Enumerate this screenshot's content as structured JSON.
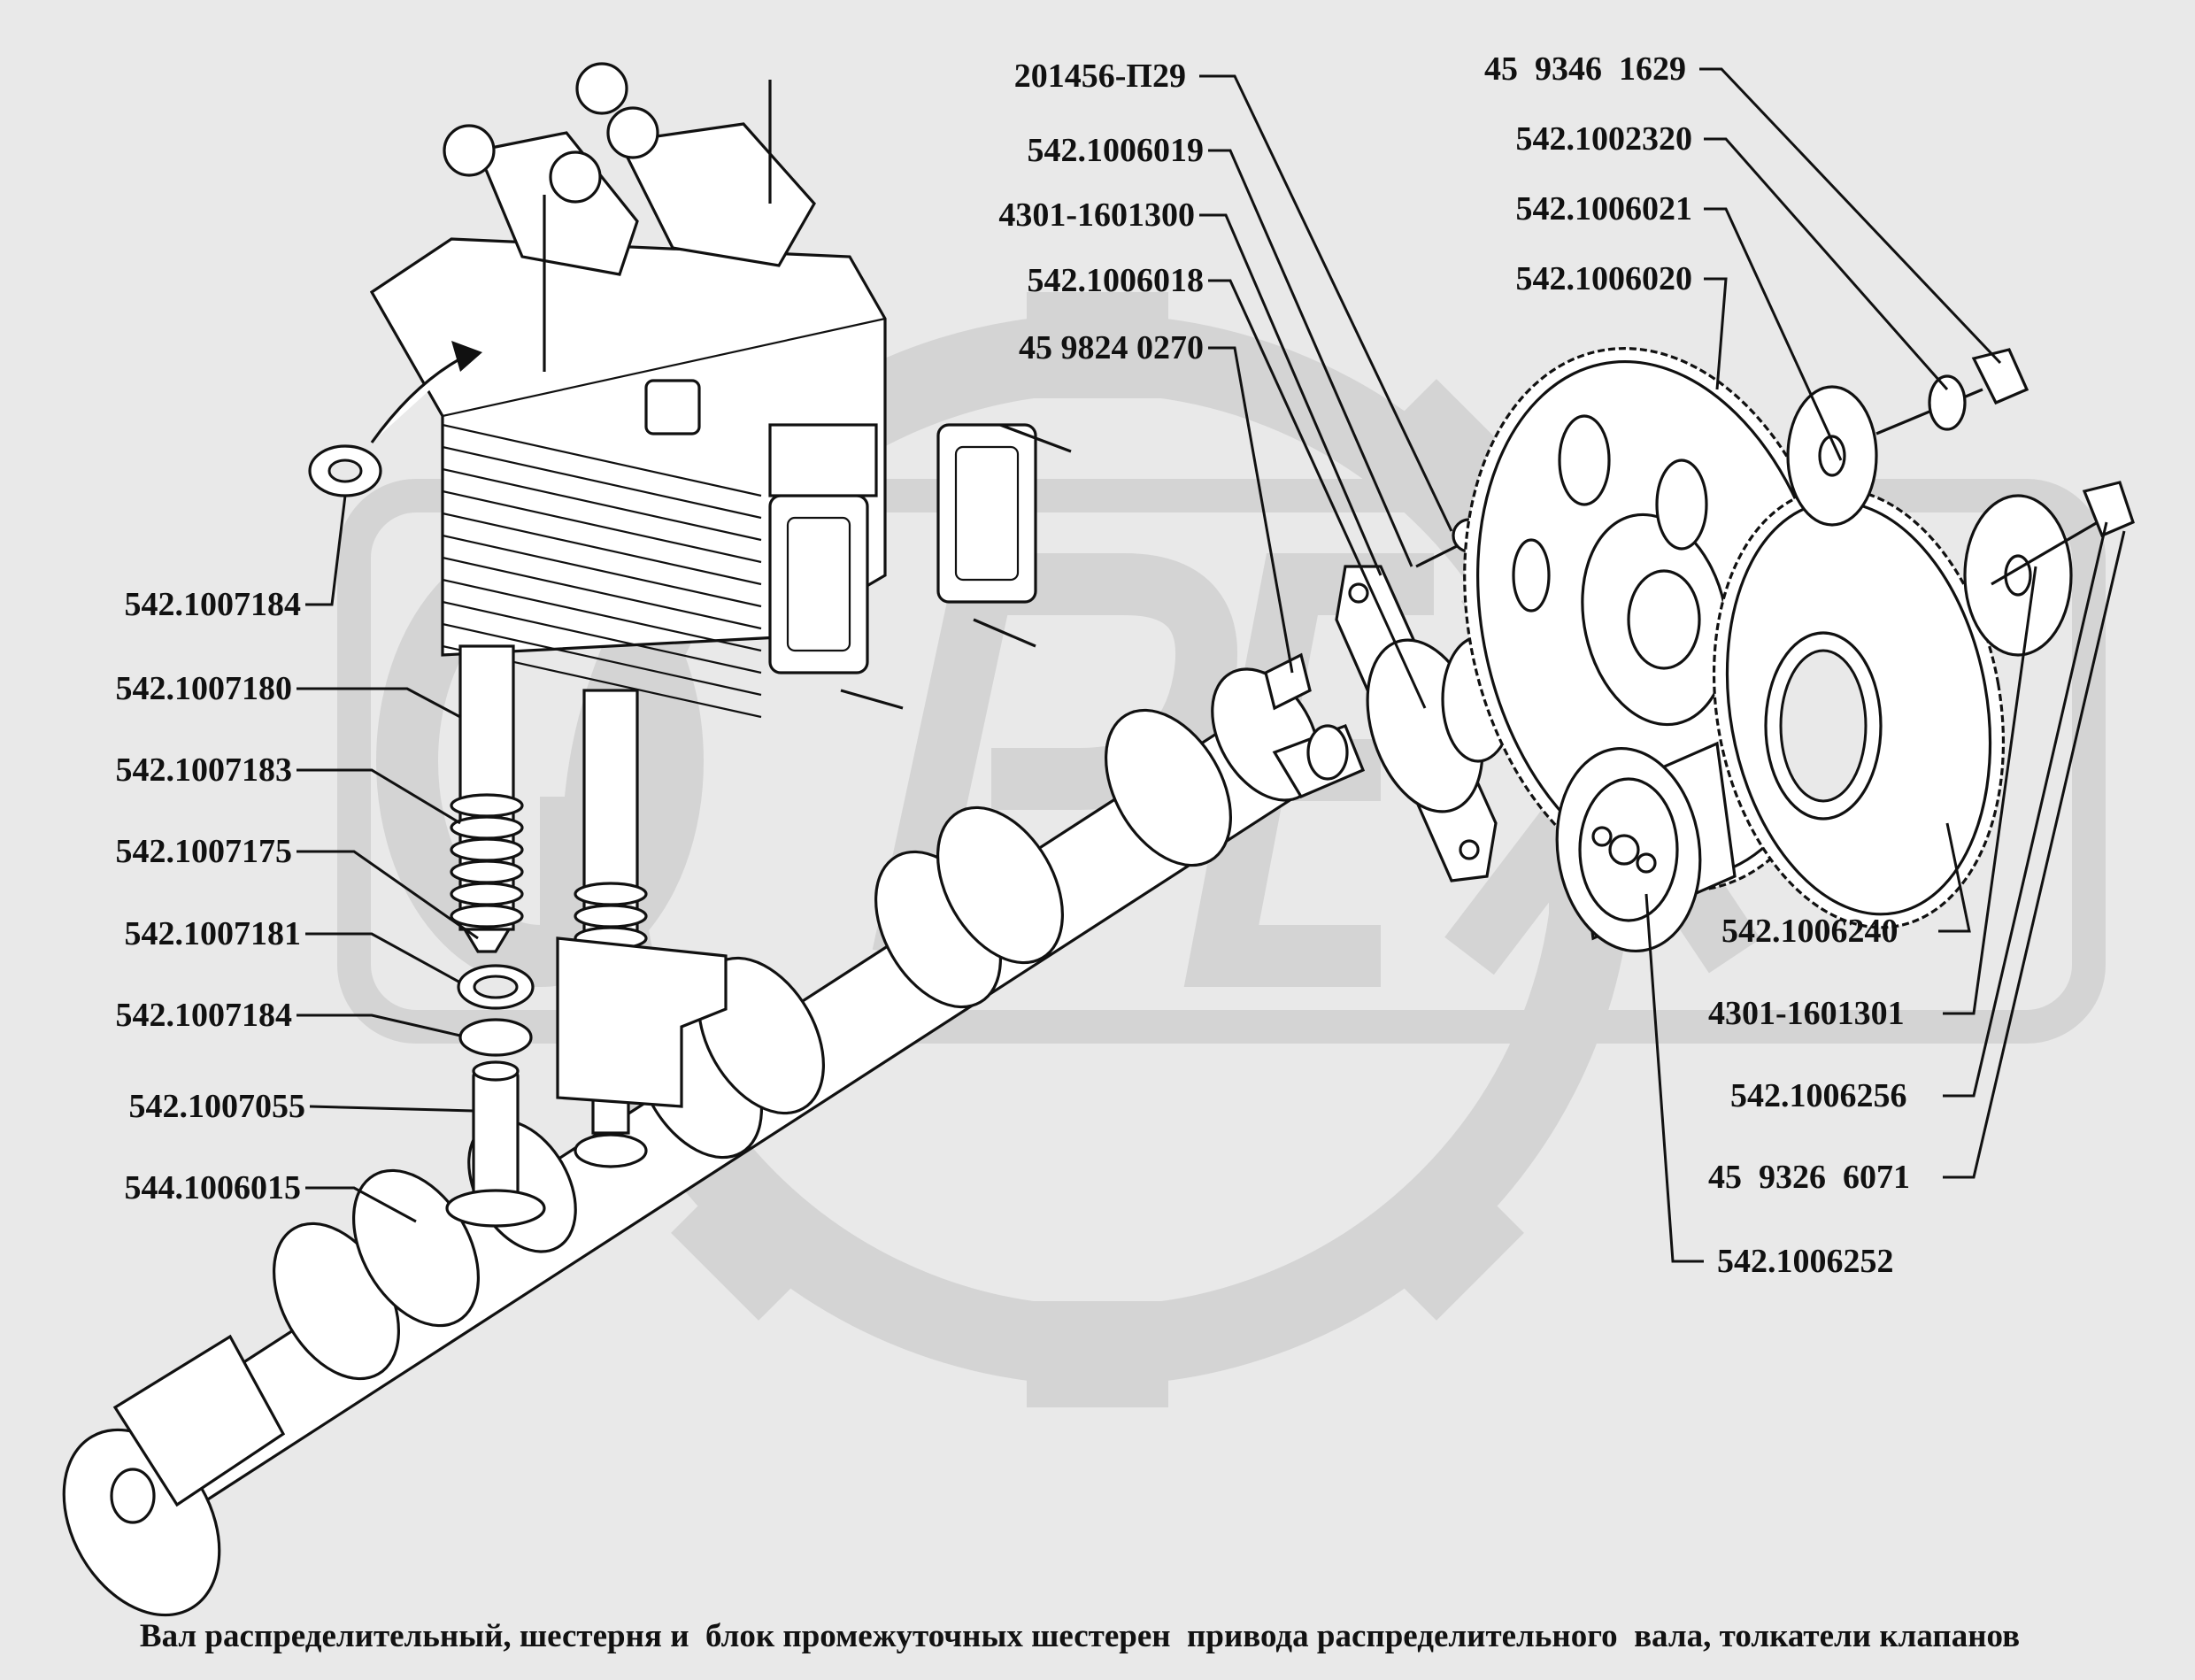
{
  "caption": "Вал распределительный, шестерня и  блок промежуточных шестерен  привода распределительного  вала, толкатели клапанов",
  "colors": {
    "background": "#e9e9e9",
    "ink": "#111111",
    "watermark": "#d4d4d4"
  },
  "watermark_letters": "ОРЕХ",
  "labels": {
    "left": [
      "542.1007184",
      "542.1007180",
      "542.1007183",
      "542.1007175",
      "542.1007181",
      "542.1007184",
      "542.1007055",
      "544.1006015"
    ],
    "top_middle": [
      "201456-П29",
      "542.1006019",
      "4301-1601300",
      "542.1006018",
      "45 9824 0270"
    ],
    "top_right": [
      "45  9346  1629",
      "542.1002320",
      "542.1006021",
      "542.1006020"
    ],
    "bottom_right": [
      "542.1006240",
      "4301-1601301",
      "542.1006256",
      "45  9326  6071",
      "542.1006252"
    ]
  }
}
